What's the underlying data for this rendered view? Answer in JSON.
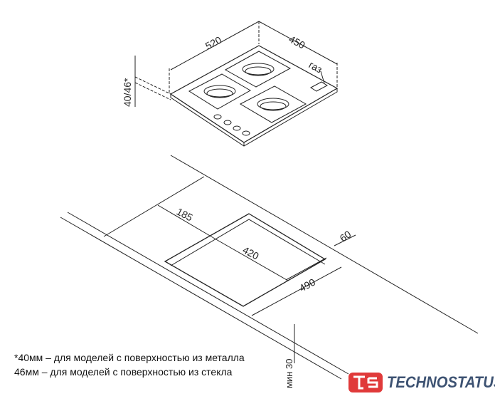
{
  "hob": {
    "width_dim": "520",
    "depth_dim": "450",
    "height_dim": "40/46*",
    "gas_label": "газ"
  },
  "cutout": {
    "back_offset_dim": "185",
    "cutout_depth_dim": "420",
    "cutout_width_dim": "490",
    "back_edge_dim": "60",
    "min_thickness_dim": "мин 30"
  },
  "notes": [
    "*40мм – для моделей  с поверхностью  из металла",
    "46мм – для моделей  с поверхностью  из стекла"
  ],
  "logo": {
    "mark": "ts",
    "name": "TECHNOSTATUS",
    "color": "#e03a3a",
    "text_color": "#3d5272"
  }
}
